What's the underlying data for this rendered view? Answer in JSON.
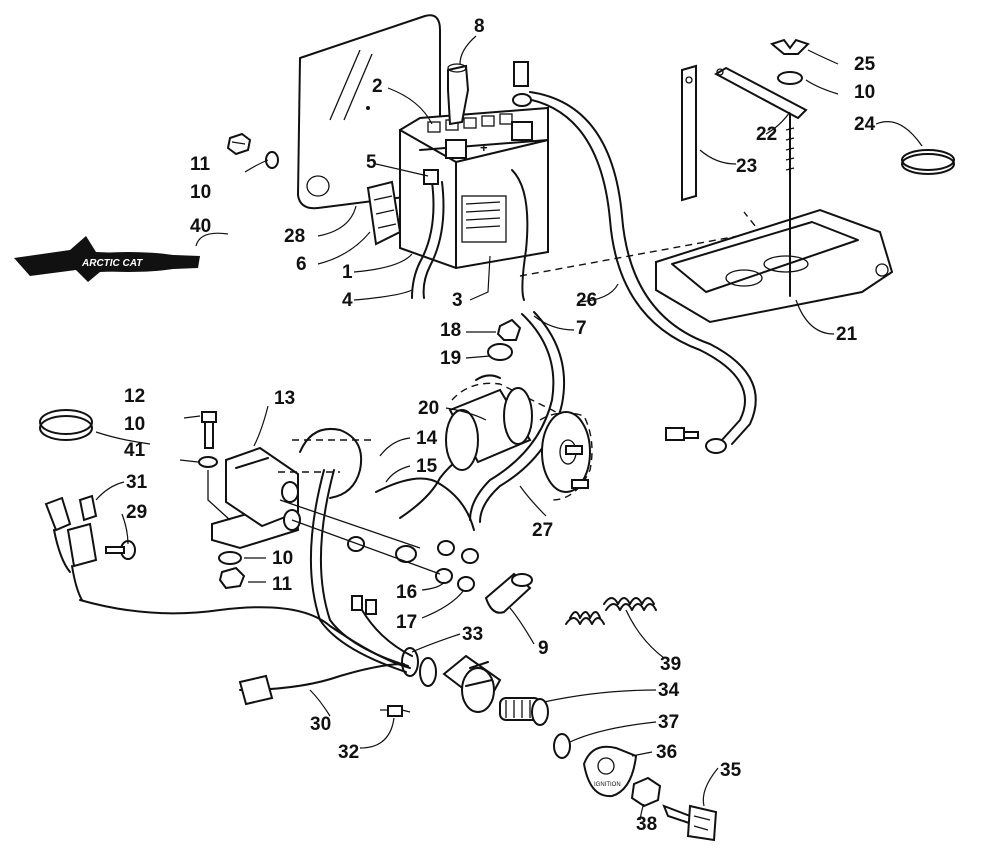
{
  "diagram": {
    "callouts": [
      "1",
      "2",
      "3",
      "4",
      "5",
      "6",
      "7",
      "8",
      "9",
      "10",
      "10",
      "10",
      "10",
      "11",
      "11",
      "12",
      "13",
      "14",
      "15",
      "16",
      "17",
      "18",
      "19",
      "20",
      "21",
      "22",
      "23",
      "24",
      "25",
      "26",
      "27",
      "28",
      "29",
      "30",
      "31",
      "32",
      "33",
      "34",
      "35",
      "36",
      "37",
      "38",
      "39",
      "40",
      "41"
    ],
    "logo": "ARCTIC CAT"
  }
}
